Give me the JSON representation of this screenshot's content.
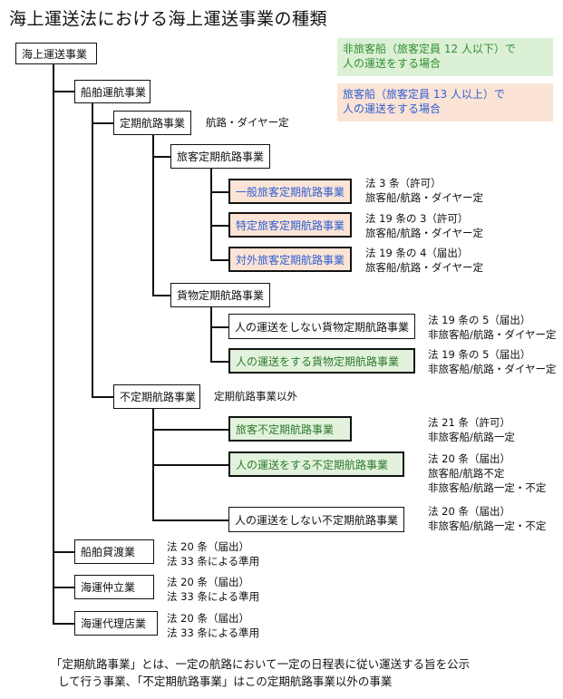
{
  "title": "海上運送法における海上運送事業の種類",
  "legend": {
    "green": [
      "非旅客船（旅客定員 12 人以下）で",
      "人の運送をする場合"
    ],
    "pink": [
      "旅客船（旅客定員 13 人以上）で",
      "人の運送をする場合"
    ]
  },
  "nodes": {
    "root": "海上運送事業",
    "sempaku": "船舶運航事業",
    "teiki": "定期航路事業",
    "teiki_note": "航路・ダイヤー定",
    "ryokyaku_teiki": "旅客定期航路事業",
    "ippan": "一般旅客定期航路事業",
    "tokutei": "特定旅客定期航路事業",
    "taigai": "対外旅客定期航路事業",
    "kamotsu": "貨物定期航路事業",
    "kamotsu_no_person": "人の運送をしない貨物定期航路事業",
    "kamotsu_person": "人の運送をする貨物定期航路事業",
    "futeiki": "不定期航路事業",
    "futeiki_note": "定期航路事業以外",
    "ryokyaku_futeiki": "旅客不定期航路事業",
    "futeiki_person": "人の運送をする不定期航路事業",
    "futeiki_no_person": "人の運送をしない不定期航路事業",
    "kashiwatashi": "船舶貸渡業",
    "nakadachi": "海運仲立業",
    "dairiten": "海運代理店業"
  },
  "notes": {
    "ippan": [
      "法 3 条（許可）",
      "旅客船/航路・ダイヤー定"
    ],
    "tokutei": [
      "法 19 条の 3（許可）",
      "旅客船/航路・ダイヤー定"
    ],
    "taigai": [
      "法 19 条の 4（届出）",
      "旅客船/航路・ダイヤー定"
    ],
    "kamotsu_no_person": [
      "法 19 条の 5（届出）",
      "非旅客船/航路・ダイヤー定"
    ],
    "kamotsu_person": [
      "法 19 条の 5（届出）",
      "非旅客船/航路・ダイヤー定"
    ],
    "ryokyaku_futeiki": [
      "法 21 条（許可）",
      "非旅客船/航路一定"
    ],
    "futeiki_person": [
      "法 20 条（届出）",
      "旅客船/航路不定",
      "非旅客船/航路一定・不定"
    ],
    "futeiki_no_person": [
      "法 20 条（届出）",
      "非旅客船/航路一定・不定"
    ],
    "kashiwatashi": [
      "法 20 条（届出）",
      "法 33 条による準用"
    ],
    "nakadachi": [
      "法 20 条（届出）",
      "法 33 条による準用"
    ],
    "dairiten": [
      "法 20 条（届出）",
      "法 33 条による準用"
    ]
  },
  "footer": [
    "「定期航路事業」とは、一定の航路において一定の日程表に従い運送する旨を公示",
    "して行う事業、「不定期航路事業」はこの定期航路事業以外の事業"
  ]
}
